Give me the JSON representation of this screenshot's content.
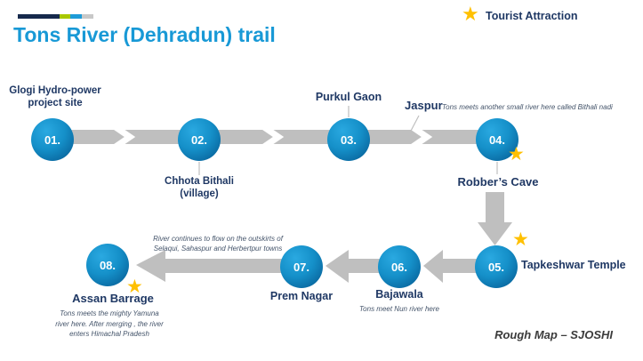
{
  "header": {
    "title": "Tons River (Dehradun) trail",
    "accent_colors": [
      "#16294C",
      "#A8C800",
      "#1E9CD8",
      "#C8C8C8"
    ]
  },
  "legend": {
    "label": "Tourist Attraction"
  },
  "icons": {
    "star": "★"
  },
  "footer": {
    "credit": "Rough Map – SJOSHI"
  },
  "colors": {
    "title": "#1899D6",
    "label": "#1F3864",
    "note": "#44546A",
    "arrow": "#BFBFBF",
    "circle_light": "#2AA9E1",
    "circle_dark": "#08598B",
    "star": "#FFC000"
  },
  "trail": {
    "stops": [
      {
        "number": "01.",
        "label_lines": [
          "Glogi Hydro-power",
          "project site"
        ]
      },
      {
        "number": "02.",
        "label_lines": [
          "Chhota Bithali",
          "(village)"
        ]
      },
      {
        "number": "03.",
        "label": "Purkul Gaon"
      },
      {
        "number": "04.",
        "label": "Jaspur",
        "note": "Tons meets another small river here called Bithali nadi",
        "attraction": "Robber’s Cave",
        "tourist_attraction": true
      },
      {
        "number": "05.",
        "label": "Tapkeshwar Temple",
        "tourist_attraction": true
      },
      {
        "number": "06.",
        "label": "Bajawala",
        "note": "Tons meet Nun river here"
      },
      {
        "number": "07.",
        "label": "Prem Nagar",
        "note_lines": [
          "River continues to flow on the outskirts of",
          "Selaqui, Sahaspur and Herbertpur  towns"
        ]
      },
      {
        "number": "08.",
        "label": "Assan Barrage",
        "tourist_attraction": true,
        "note_lines": [
          "Tons meets the mighty Yamuna",
          "river here. After merging , the river",
          "enters Himachal Pradesh"
        ]
      }
    ]
  }
}
